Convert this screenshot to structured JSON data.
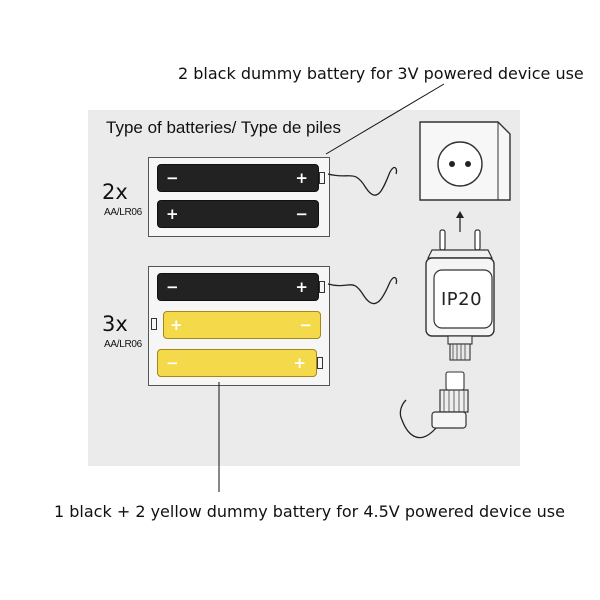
{
  "annotations": {
    "top": "2 black dummy battery for 3V powered device use",
    "bottom": "1 black + 2 yellow dummy battery for 4.5V powered device use"
  },
  "panel": {
    "heading": "Type of batteries/ Type de piles",
    "pack_2x": {
      "count": "2x",
      "cell_type": "AA/LR06",
      "cells": [
        {
          "color": "black",
          "left_sign": "−",
          "right_sign": "+"
        },
        {
          "color": "black",
          "left_sign": "+",
          "right_sign": "−"
        }
      ]
    },
    "pack_3x": {
      "count": "3x",
      "cell_type": "AA/LR06",
      "cells": [
        {
          "color": "black",
          "left_sign": "−",
          "right_sign": "+"
        },
        {
          "color": "yellow",
          "left_sign": "+",
          "right_sign": "−"
        },
        {
          "color": "yellow",
          "left_sign": "−",
          "right_sign": "+"
        }
      ]
    },
    "adapter": {
      "rating": "IP20",
      "icons": [
        "wall-socket-icon",
        "up-arrow-icon",
        "plug-adapter-icon",
        "connector-icon"
      ]
    }
  },
  "colors": {
    "panel": "#ebebeb",
    "black_battery": "#222222",
    "yellow_battery": "#f4da4a"
  }
}
